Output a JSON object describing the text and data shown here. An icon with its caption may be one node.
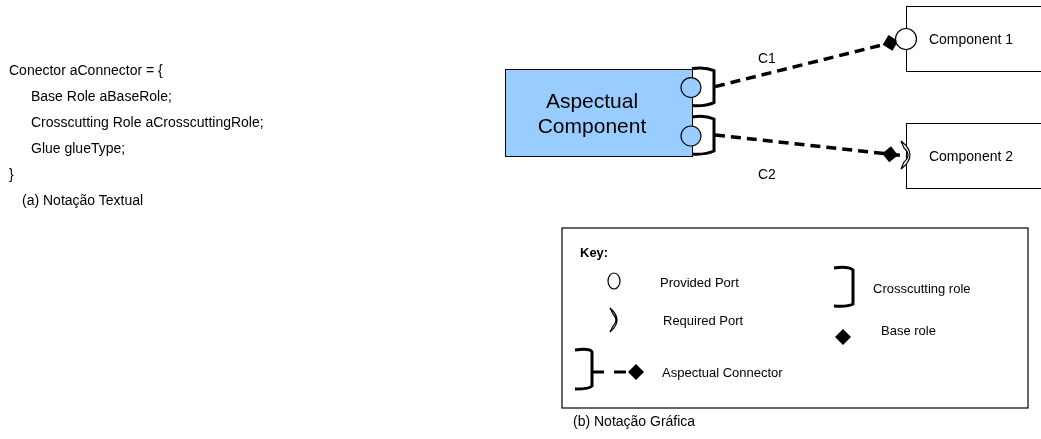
{
  "diagram": {
    "nodes": [
      {
        "text": [
          "Aspectual Component"
        ]
      },
      {
        "text": [
          "Component 1"
        ]
      },
      {
        "text": [
          "Component 2"
        ]
      }
    ],
    "edges": [
      {
        "from": 0,
        "to": 1,
        "arrow": "other",
        "label": "C1",
        "style": "dashed"
      },
      {
        "from": 0,
        "to": 2,
        "arrow": "other",
        "label": "C2",
        "style": "dashed"
      }
    ],
    "labels": [
      "Conector  aConnector = {",
      "Base Role aBaseRole;",
      "Crosscutting Role aCrosscuttingRole;",
      "Glue glueType;",
      "}",
      "(a) Notação Textual",
      "Key:",
      "(b) Notação Gráfica"
    ],
    "legend": [
      {
        "text": "Provided Port"
      },
      {
        "text": "Required Port"
      },
      {
        "text": "Aspectual Connector"
      },
      {
        "text": "Crosscutting role"
      },
      {
        "text": "Base role"
      }
    ]
  }
}
